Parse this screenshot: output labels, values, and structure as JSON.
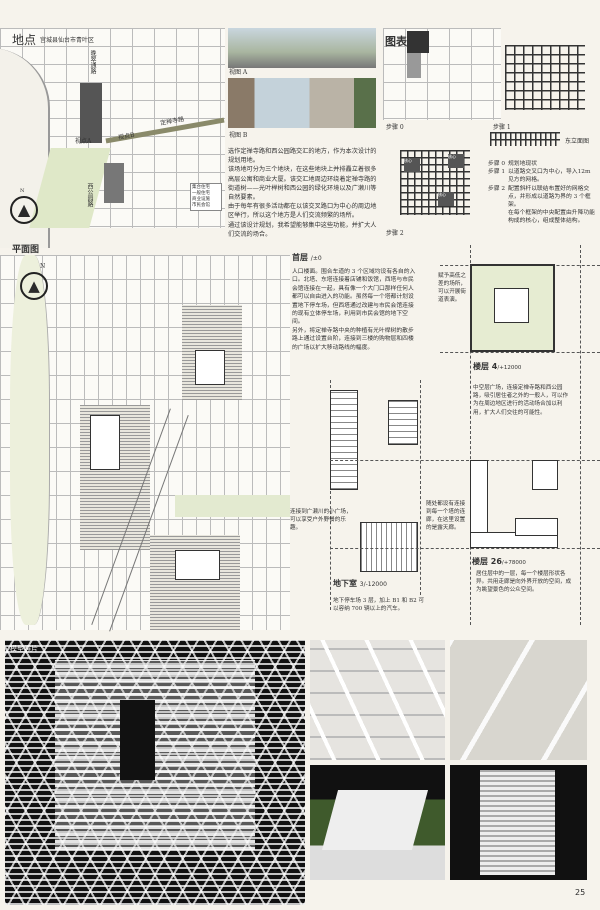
{
  "site": {
    "title": "地点",
    "subtitle": "宫城县仙台市青叶区",
    "road_labels": [
      "晚翠通路",
      "定禅寺路",
      "视点B",
      "视点A",
      "西公园路"
    ],
    "legend": [
      "集合住宅",
      "一般住宅",
      "商业设施",
      "市民会馆"
    ],
    "north": "N",
    "view_a_caption": "视图 A",
    "view_b_caption": "视图 B",
    "description": [
      "选作定禅寺路和西公园路交汇的地方，作为本次设计的规划用地。",
      "该场地可分为三个地块，在这些地块上并排矗立着很多高层公寓和商业大厦。该交汇地周边环绕着定禅寺路的街道树——光叶榉树和西公园的绿化环境以及广濑川等自然要素。",
      "由于每年有很多活动都在以该交叉路口为中心的周边地区举行，所以这个地方是人们交流频繁的场所。",
      "通过该设计规划，我希望能够集中这些功能，并扩大人们交流的场合。"
    ]
  },
  "diagram": {
    "title": "图表",
    "step0_label": "步骤 0",
    "step1_label": "步骤 1",
    "step2_label": "步骤 2",
    "elevation_label": "东立面图",
    "core_label": "核心",
    "steps": [
      {
        "k": "步骤 0",
        "v": "规划地现状"
      },
      {
        "k": "步骤 1",
        "v": "以道路交叉口为中心，导入12m 见方的网格。"
      },
      {
        "k": "步骤 2",
        "v": "配置斜杆以联结布置好的网格交点，并形成以道路为界的 3 个框架。"
      },
      {
        "k": "",
        "v": "在每个框架的中央配置由升降功能构成的核心，组成整体结构。"
      }
    ]
  },
  "plan": {
    "title": "平面图",
    "north": "N",
    "ground": {
      "label": "首层",
      "level": "/±0",
      "text": [
        "人口楼面。围合车道的 3 个区域均设有各自的入口。北塔、东塔连接着店铺和饭馆，西塔与市民会馆连接在一起，具有像一个大门口那样任何人都可以自由进入的功能。虽然每一个塔都计划设置地下停车场，但西塔通过改建与市民会馆连接的现有立体停车场，利用到市民会馆的地下空间。",
        "另外，将定禅寺路中央的种植有光叶榉树的散步路上通过设置台阶，连接到三楼的购物层和四楼的广场以扩大移动路线的幅度。"
      ]
    },
    "connect_text": "连接到广濑川的小广场，可以享受户外野餐的乐趣。",
    "floor4": {
      "label": "楼层 4",
      "level": "/+12000",
      "side_text": "赋予高低之差的场所，可以开展街道表演。",
      "text": "中空层广场，连接定禅寺路和西公园路，吸引居住者之外的一般人，可以作为在周边地区进行的活动场合加以利用，扩大人们交往的可能性。"
    },
    "basement": {
      "label": "地下室",
      "level": "3/-12000",
      "text": "地下停车场 3 层，加上 B1 和 B2 可以容纳 700 辆以上的汽车。"
    },
    "bridge_text": "随处都设有连接到每一个塔的连廊，在这里设置的是露天廊。",
    "floor26": {
      "label": "楼层 26",
      "level": "/+78000",
      "text": "居住层中的一层，每一个楼层形状各异。共用走廊是向外界开放的空间，成为眺望景色的公众空间。"
    }
  },
  "models": {
    "title": "模型照片"
  },
  "page_number": "25",
  "colors": {
    "paper": "#f6f3ec",
    "green_plan": "#e6ecd2",
    "dark_photo": "#111111"
  }
}
